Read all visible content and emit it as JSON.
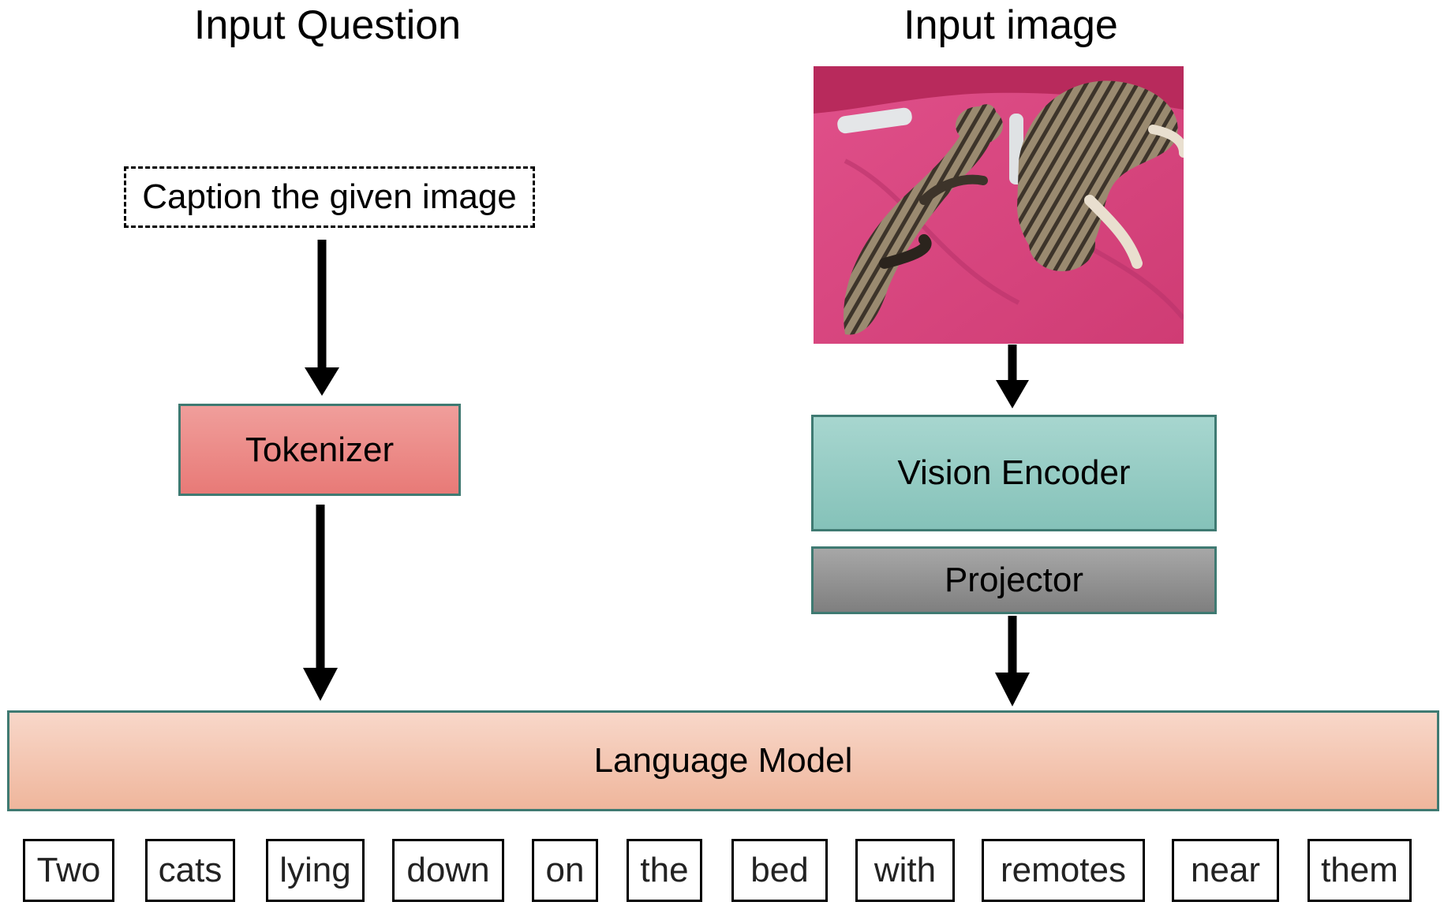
{
  "headings": {
    "question": "Input Question",
    "image": "Input image"
  },
  "prompt_text": "Caption the given image",
  "blocks": {
    "tokenizer": "Tokenizer",
    "vision_encoder": "Vision Encoder",
    "projector": "Projector",
    "language_model": "Language Model"
  },
  "output_tokens": [
    "Two",
    "cats",
    "lying",
    "down",
    "on",
    "the",
    "bed",
    "with",
    "remotes",
    "near",
    "them"
  ],
  "colors": {
    "tokenizer": "#e87a77",
    "vision_encoder": "#85c2b9",
    "projector": "#7f7f7f",
    "language_model": "#efb69c",
    "block_border": "#3f7a72",
    "photo_background": "#d8457f"
  },
  "icons": {
    "input_image": "cats-on-pink-blanket-photo"
  }
}
